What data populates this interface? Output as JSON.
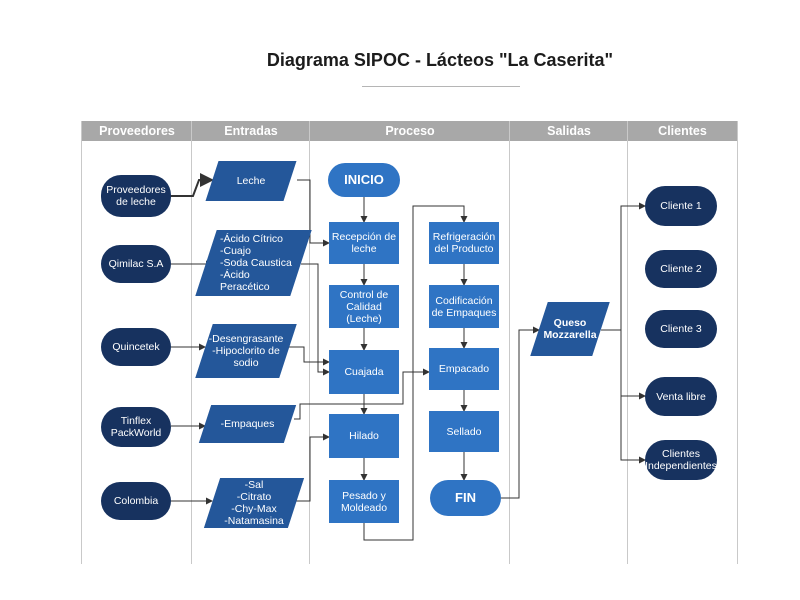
{
  "title": "Diagrama SIPOC - Lácteos \"La Caserita\"",
  "columns": {
    "proveedores": "Proveedores",
    "entradas": "Entradas",
    "proceso": "Proceso",
    "salidas": "Salidas",
    "clientes": "Clientes"
  },
  "suppliers": {
    "leche": "Proveedores de leche",
    "qimilac": "Qimilac S.A",
    "quincetek": "Quincetek",
    "tinflex": "Tinflex PackWorld",
    "colombia": "Colombia"
  },
  "inputs": {
    "leche": "Leche",
    "quimicos": [
      "-Ácido Cítrico",
      "-Cuajo",
      "-Soda Caustica",
      "-Ácido Peracético"
    ],
    "limpieza": [
      "-Desengrasante",
      "-Hipoclorito de sodio"
    ],
    "empaques": "-Empaques",
    "aditivos": [
      "-Sal",
      "-Citrato",
      "-Chy-Max",
      "-Natamasina"
    ]
  },
  "process": {
    "inicio": "INICIO",
    "recepcion": "Recepción de leche",
    "control": "Control de Calidad (Leche)",
    "cuajada": "Cuajada",
    "hilado": "Hilado",
    "pesado": "Pesado y Moldeado",
    "refrigeracion": "Refrigeración del Producto",
    "codificacion": "Codificación de Empaques",
    "empacado": "Empacado",
    "sellado": "Sellado",
    "fin": "FIN"
  },
  "output": "Queso Mozzarella",
  "customers": {
    "c1": "Cliente 1",
    "c2": "Cliente 2",
    "c3": "Cliente 3",
    "venta": "Venta libre",
    "independientes": "Clientes Independientes"
  }
}
